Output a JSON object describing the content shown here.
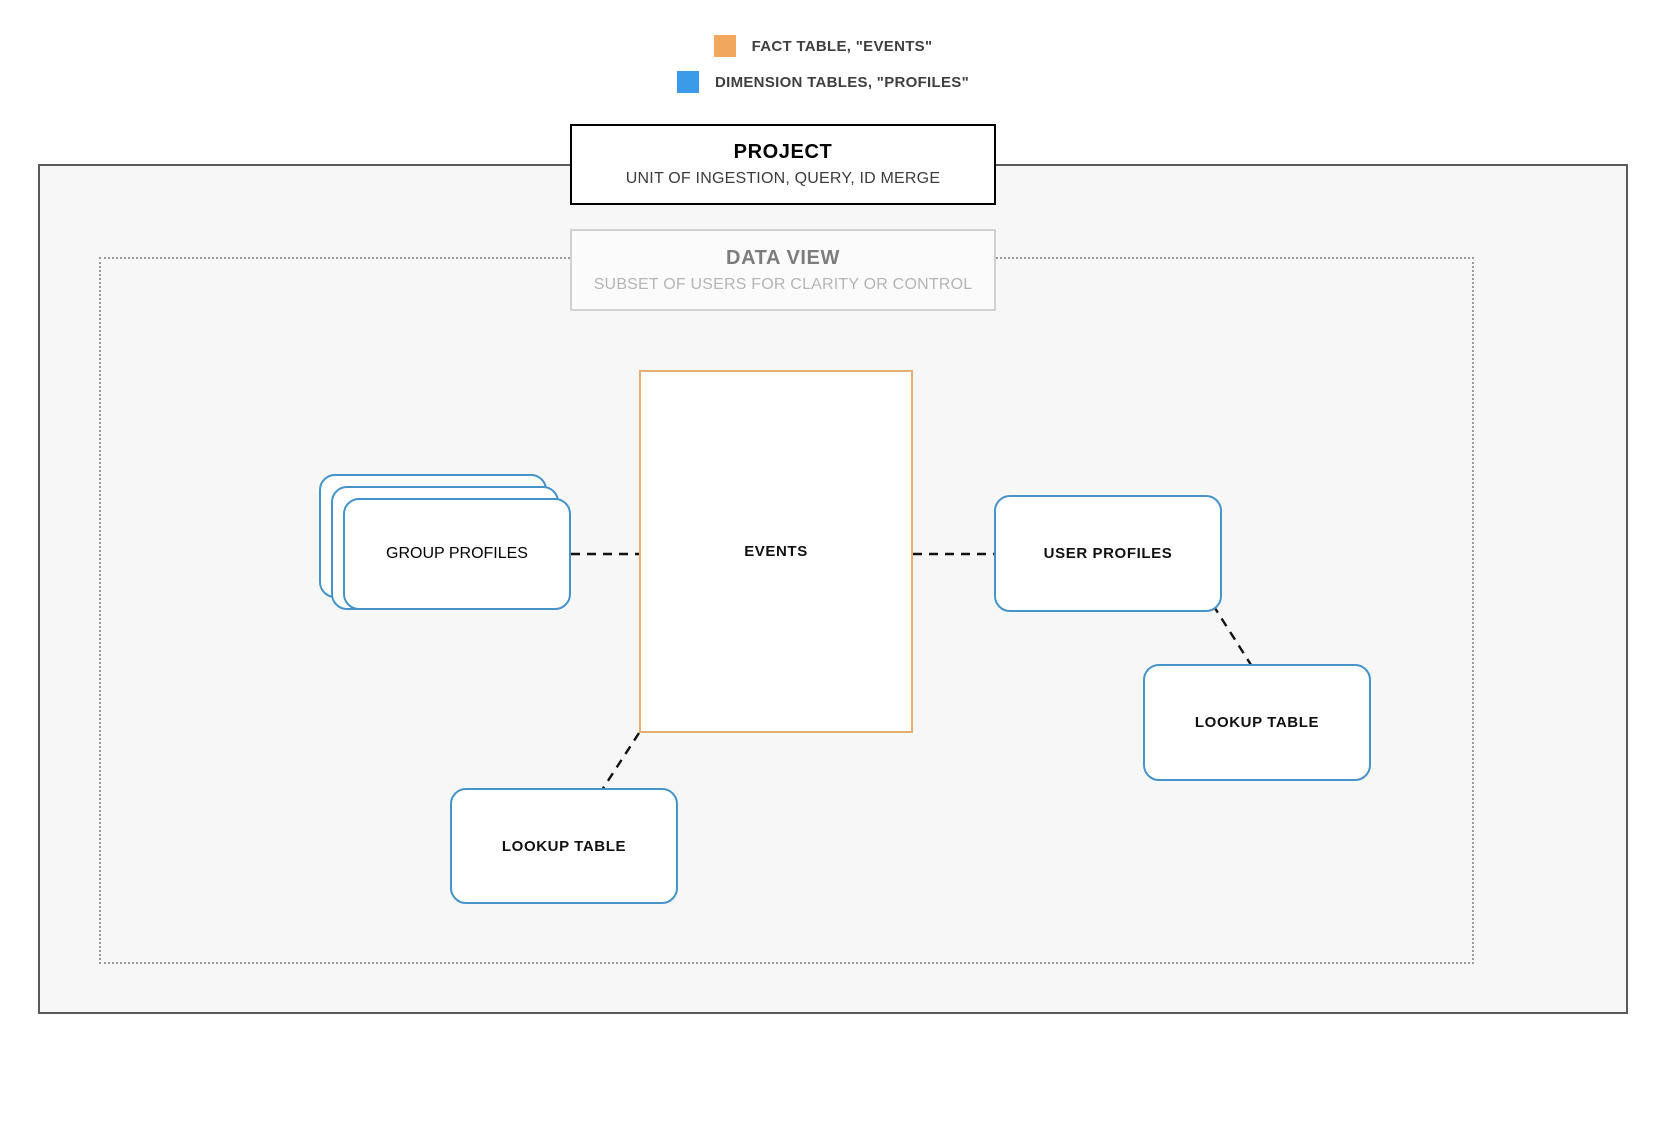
{
  "legend": {
    "items": [
      {
        "id": "fact",
        "icon": "square-swatch-icon",
        "color": "#F2A85C",
        "label": "FACT TABLE, \"EVENTS\""
      },
      {
        "id": "dimension",
        "icon": "square-swatch-icon",
        "color": "#3B9BE8",
        "label": "DIMENSION TABLES, \"PROFILES\""
      }
    ]
  },
  "project": {
    "title": "PROJECT",
    "subtitle": "UNIT OF INGESTION, QUERY, ID MERGE",
    "border_color": "#000000"
  },
  "data_view": {
    "title": "DATA VIEW",
    "subtitle": "SUBSET OF USERS FOR CLARITY OR CONTROL",
    "border_color": "#d2d2d2",
    "boundary_style": "dotted"
  },
  "nodes": {
    "events": {
      "label": "EVENTS",
      "type": "fact",
      "color": "#e8b070",
      "shape": "rectangle"
    },
    "group_profiles": {
      "label": "GROUP PROFILES",
      "type": "dimension",
      "color": "#4593c9",
      "shape": "rounded-stack",
      "stack_count": 3
    },
    "user_profiles": {
      "label": "USER PROFILES",
      "type": "dimension",
      "color": "#4593c9",
      "shape": "rounded"
    },
    "lookup_table_left": {
      "label": "LOOKUP TABLE",
      "type": "dimension",
      "color": "#4593c9",
      "shape": "rounded"
    },
    "lookup_table_right": {
      "label": "LOOKUP TABLE",
      "type": "dimension",
      "color": "#4593c9",
      "shape": "rounded"
    }
  },
  "connectors": [
    {
      "id": "group-profiles-to-events",
      "from": "group_profiles",
      "to": "events",
      "style": "dashed",
      "color": "#111111"
    },
    {
      "id": "events-to-user-profiles",
      "from": "events",
      "to": "user_profiles",
      "style": "dashed",
      "color": "#111111"
    },
    {
      "id": "user-profiles-to-lookup-right",
      "from": "user_profiles",
      "to": "lookup_table_right",
      "style": "dashed",
      "color": "#111111"
    },
    {
      "id": "events-to-lookup-left",
      "from": "events",
      "to": "lookup_table_left",
      "style": "dashed",
      "color": "#111111"
    }
  ],
  "canvas": {
    "background": "#ffffff",
    "frame_background": "#f7f7f7",
    "frame_border": "#5a5a5a"
  }
}
